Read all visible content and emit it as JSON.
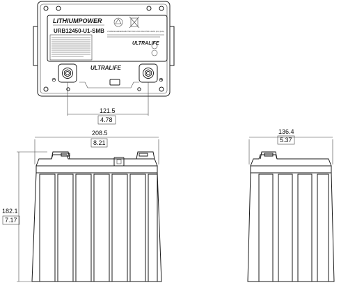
{
  "label": {
    "brand": "LITHIUMPOWER",
    "model": "URB12450-U1-SMB",
    "maker": "ULTRALIFE",
    "side_brand": "ULTRALIFE",
    "fine_print": "LITHIUM RECHARGEABLE BATTERY PACK 12VDC 45AH 576Wh LiFePO4 (LCLi) (FeFe)",
    "warning_text": "Lorem caution text — handle with care, do not short circuit, do not disassemble, do not incinerate, charge only with approved charger.",
    "neg_terminal": "⊖",
    "pos_terminal": "⊕"
  },
  "dimensions": {
    "terminal_spacing_mm": "121.5",
    "terminal_spacing_in": "4.78",
    "length_mm": "208.5",
    "length_in": "8.21",
    "height_mm": "182.1",
    "height_in": "7.17",
    "width_mm": "136.4",
    "width_in": "5.37"
  }
}
